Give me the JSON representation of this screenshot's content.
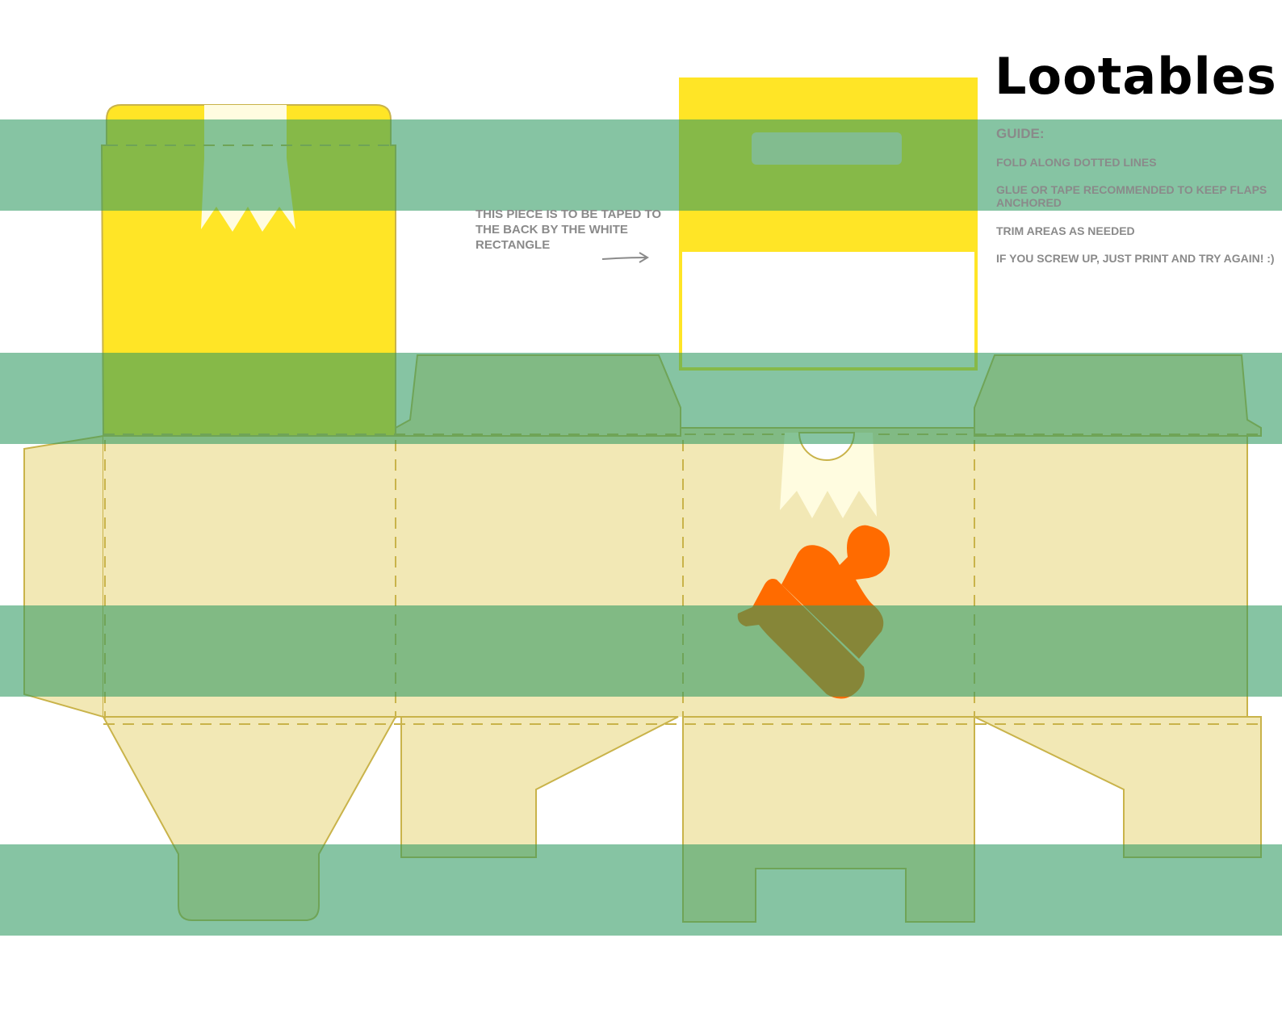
{
  "brand": {
    "logo_text": "Lootables"
  },
  "guide": {
    "title": "GUIDE:",
    "items": [
      "FOLD ALONG DOTTED LINES",
      "GLUE OR TAPE RECOMMENDED TO KEEP FLAPS ANCHORED",
      "TRIM AREAS AS NEEDED",
      "IF YOU SCREW UP, JUST PRINT AND TRY AGAIN! :)"
    ]
  },
  "note": {
    "text": "THIS PIECE IS TO BE TAPED TO THE BACK BY THE WHITE RECTANGLE"
  },
  "icons": {
    "mascot": "paintbrush-icon",
    "arrow": "arrow-right-icon"
  },
  "colors": {
    "body_fill": "#f2e8b5",
    "body_stroke": "#c9b34a",
    "yellow": "#ffe526",
    "stripe": "#2f9a61",
    "white_tab": "#fffce0",
    "brush": "#ff6b00",
    "text_gray": "#8a8a8a"
  }
}
